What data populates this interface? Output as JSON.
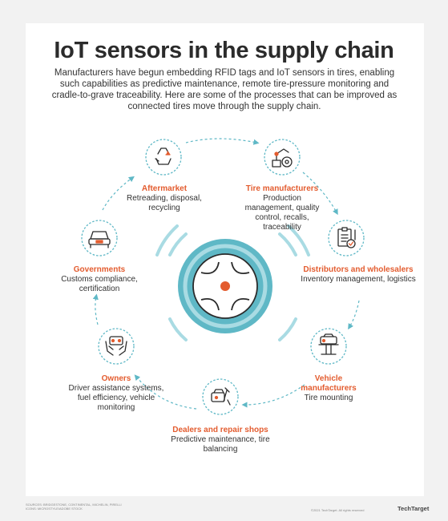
{
  "title": "IoT sensors in the supply chain",
  "intro": "Manufacturers have begun embedding RFID tags and IoT sensors in tires, enabling such capabilities as predictive maintenance, remote tire-pressure monitoring and cradle-to-grave traceability. Here are some of the processes that can be improved as connected tires move through the supply chain.",
  "nodes": [
    {
      "title": "Aftermarket",
      "desc": "Retreading, disposal, recycling",
      "icon": "recycle-icon"
    },
    {
      "title": "Tire manufacturers",
      "desc": "Production management, quality control, recalls, traceability",
      "icon": "robot-arm-icon"
    },
    {
      "title": "Distributors and wholesalers",
      "desc": "Inventory management, logistics",
      "icon": "clipboard-icon"
    },
    {
      "title": "Vehicle manufacturers",
      "desc": "Tire mounting",
      "icon": "car-lift-icon"
    },
    {
      "title": "Dealers and repair shops",
      "desc": "Predictive maintenance, tire balancing",
      "icon": "wrench-tools-icon"
    },
    {
      "title": "Owners",
      "desc": "Driver assistance systems, fuel efficiency, vehicle monitoring",
      "icon": "hands-car-icon"
    },
    {
      "title": "Governments",
      "desc": "Customs compliance, certification",
      "icon": "car-front-icon"
    }
  ],
  "colors": {
    "accent": "#e35c2f",
    "teal": "#5fb8c6",
    "teal_light": "#a9dbe3",
    "ink": "#2b2b2b"
  },
  "footer": {
    "sources": "Sources: Bridgestone, Continental, Michelin, Pirelli",
    "credit": "Icons: MicroStyle/Adobe Stock",
    "copyright": "©2021 TechTarget. All rights reserved",
    "brand": "TechTarget"
  }
}
